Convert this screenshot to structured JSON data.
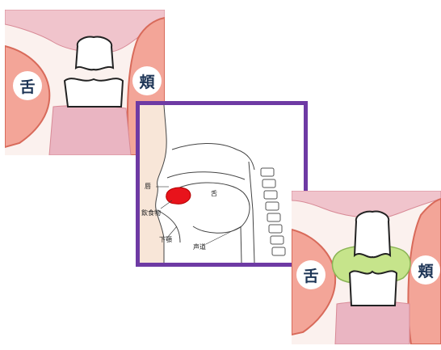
{
  "panels": {
    "top_left": {
      "tongue_label": "舌",
      "cheek_label": "頬"
    },
    "center": {
      "border_color": "#6e3aa4",
      "labels": {
        "lip": "唇",
        "tongue": "舌",
        "food_bolus": "飲食物",
        "lower_jaw": "下顎",
        "larynx": "声道"
      }
    },
    "bottom_right": {
      "tongue_label": "舌",
      "cheek_label": "頬",
      "food_color": "#c6e48b"
    }
  }
}
